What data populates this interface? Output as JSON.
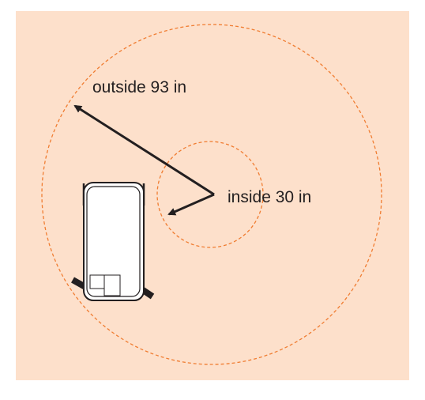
{
  "colors": {
    "background": "#fde0cb",
    "circle": "#f07d32",
    "arrow": "#231f20"
  },
  "labels": {
    "outer": "outside 93 in",
    "inner": "inside 30 in"
  },
  "radii_in": {
    "outer": 93,
    "inner": 30
  }
}
